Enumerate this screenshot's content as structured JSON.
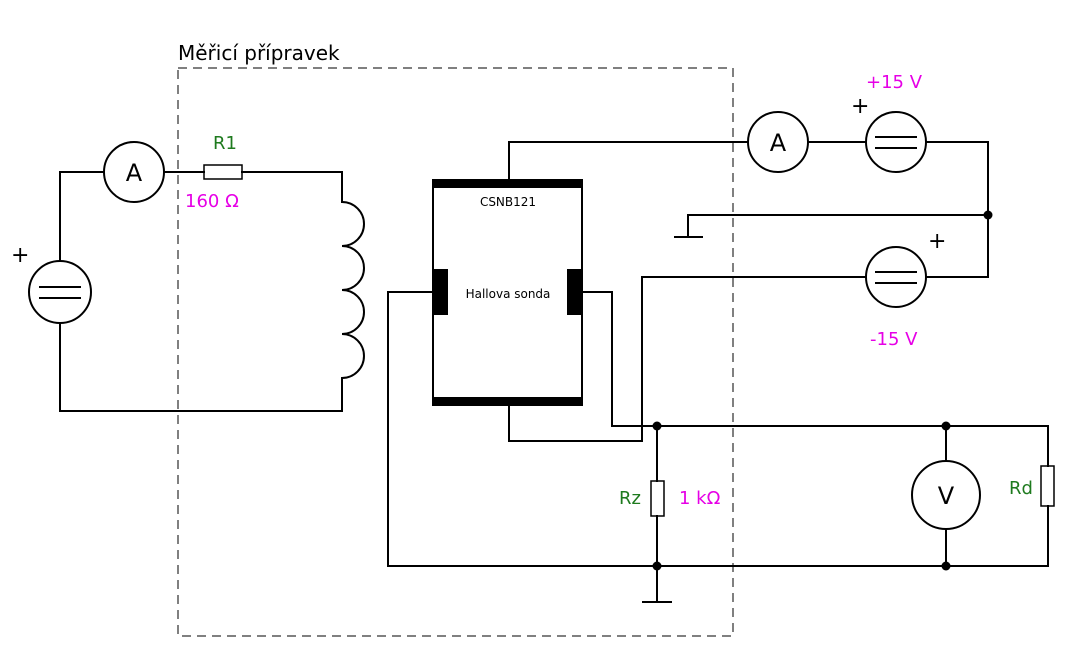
{
  "frame": {
    "title": "Měřicí přípravek"
  },
  "r1": {
    "name": "R1",
    "value": "160 Ω"
  },
  "rz": {
    "name": "Rz",
    "value": "1 kΩ"
  },
  "rd": {
    "name": "Rd"
  },
  "sensor": {
    "part": "CSNB121",
    "label": "Hallova sonda"
  },
  "supplies": {
    "positive": "+15 V",
    "negative": "-15 V"
  },
  "meters": {
    "ammeter": "A",
    "voltmeter": "V"
  },
  "polarity": {
    "plus": "+"
  },
  "colors": {
    "component_name": "#1e7a1e",
    "component_value": "#e600e6",
    "wire": "#000000"
  }
}
